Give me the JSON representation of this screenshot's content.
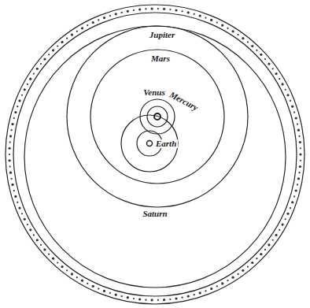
{
  "diagram": {
    "labels": [
      "Jupiter",
      "Mars",
      "Venus",
      "Mercury",
      "Earth",
      "Saturn"
    ]
  }
}
